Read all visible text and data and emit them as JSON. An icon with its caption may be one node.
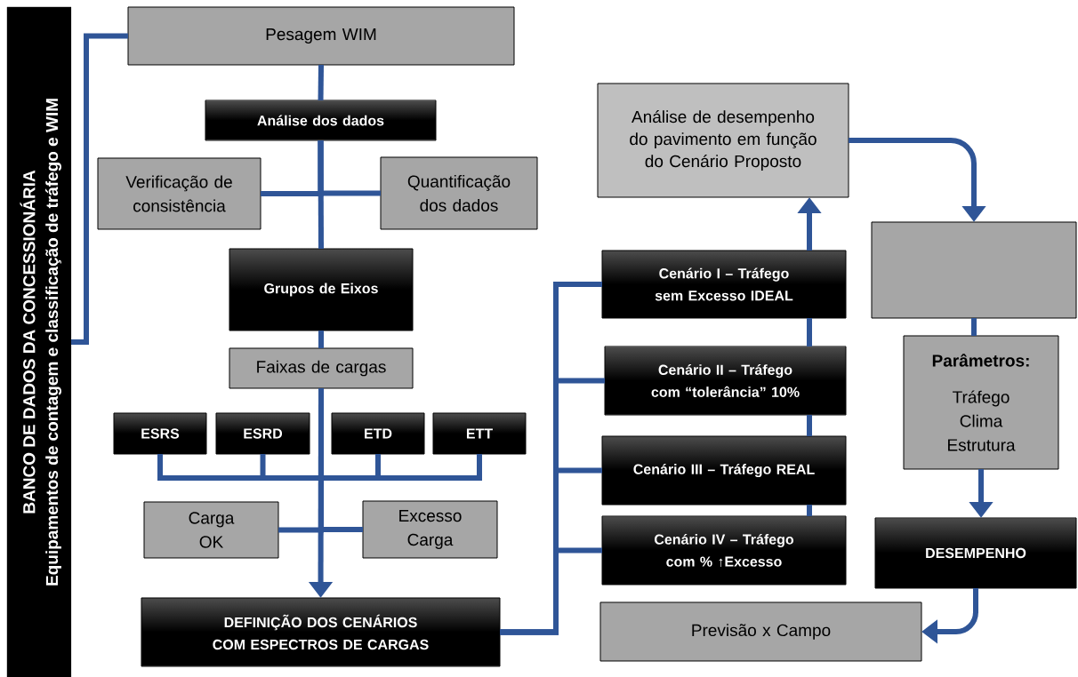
{
  "diagram": {
    "nodes": [
      {
        "text": [
          "BANCO DE DADOS DA CONCESSIONÁRIA",
          "Equipamentos de contagem e classificação de tráfego e WIM"
        ]
      },
      {
        "text": [
          "Pesagem WIM"
        ]
      },
      {
        "text": [
          "Análise dos dados"
        ]
      },
      {
        "text": [
          "Verificação de consistência"
        ]
      },
      {
        "text": [
          "Quantificação dos dados"
        ]
      },
      {
        "text": [
          "Grupos de Eixos"
        ]
      },
      {
        "text": [
          "Faixas de cargas"
        ]
      },
      {
        "text": [
          "ESRS"
        ]
      },
      {
        "text": [
          "ESRD"
        ]
      },
      {
        "text": [
          "ETD"
        ]
      },
      {
        "text": [
          "ETT"
        ]
      },
      {
        "text": [
          "Carga OK"
        ]
      },
      {
        "text": [
          "Excesso Carga"
        ]
      },
      {
        "text": [
          "DEFINIÇÃO DOS CENÁRIOS COM ESPECTROS DE CARGAS"
        ]
      },
      {
        "text": [
          "Análise de desempenho do pavimento em função do Cenário Proposto"
        ]
      },
      {
        "text": [
          "Cenário I – Tráfego sem Excesso IDEAL"
        ]
      },
      {
        "text": [
          "Cenário II – Tráfego com “tolerância” 10%"
        ]
      },
      {
        "text": [
          "Cenário III – Tráfego REAL"
        ]
      },
      {
        "text": [
          "Cenário IV – Tráfego com % ↑Excesso"
        ]
      },
      {
        "text": [],
        "shape": "box"
      },
      {
        "text": [
          "Parâmetros:",
          "Tráfego Clima Estrutura"
        ]
      },
      {
        "text": [
          "DESEMPENHO"
        ]
      },
      {
        "text": [
          "Previsão x Campo"
        ]
      }
    ],
    "edges": [
      {
        "from": 0,
        "to": 1,
        "arrow": "none"
      },
      {
        "from": 1,
        "to": 2,
        "arrow": "none"
      },
      {
        "from": 2,
        "to": 3,
        "arrow": "none"
      },
      {
        "from": 2,
        "to": 4,
        "arrow": "none"
      },
      {
        "from": 2,
        "to": 5,
        "arrow": "none"
      },
      {
        "from": 5,
        "to": 6,
        "arrow": "none"
      },
      {
        "from": 6,
        "to": 7,
        "arrow": "none"
      },
      {
        "from": 6,
        "to": 8,
        "arrow": "none"
      },
      {
        "from": 6,
        "to": 9,
        "arrow": "none"
      },
      {
        "from": 6,
        "to": 10,
        "arrow": "none"
      },
      {
        "from": 6,
        "to": 11,
        "arrow": "none"
      },
      {
        "from": 6,
        "to": 12,
        "arrow": "none"
      },
      {
        "from": 6,
        "to": 13,
        "arrow": "to"
      },
      {
        "from": 13,
        "to": 15,
        "arrow": "none"
      },
      {
        "from": 13,
        "to": 16,
        "arrow": "none"
      },
      {
        "from": 13,
        "to": 17,
        "arrow": "none"
      },
      {
        "from": 13,
        "to": 18,
        "arrow": "none"
      },
      {
        "from": 18,
        "to": 17,
        "arrow": "none"
      },
      {
        "from": 17,
        "to": 16,
        "arrow": "none"
      },
      {
        "from": 16,
        "to": 15,
        "arrow": "none"
      },
      {
        "from": 15,
        "to": 14,
        "arrow": "to"
      },
      {
        "from": 14,
        "to": 19,
        "arrow": "to"
      },
      {
        "from": 19,
        "to": 20,
        "arrow": "none"
      },
      {
        "from": 20,
        "to": 21,
        "arrow": "to"
      },
      {
        "from": 21,
        "to": 22,
        "arrow": "to"
      }
    ]
  }
}
